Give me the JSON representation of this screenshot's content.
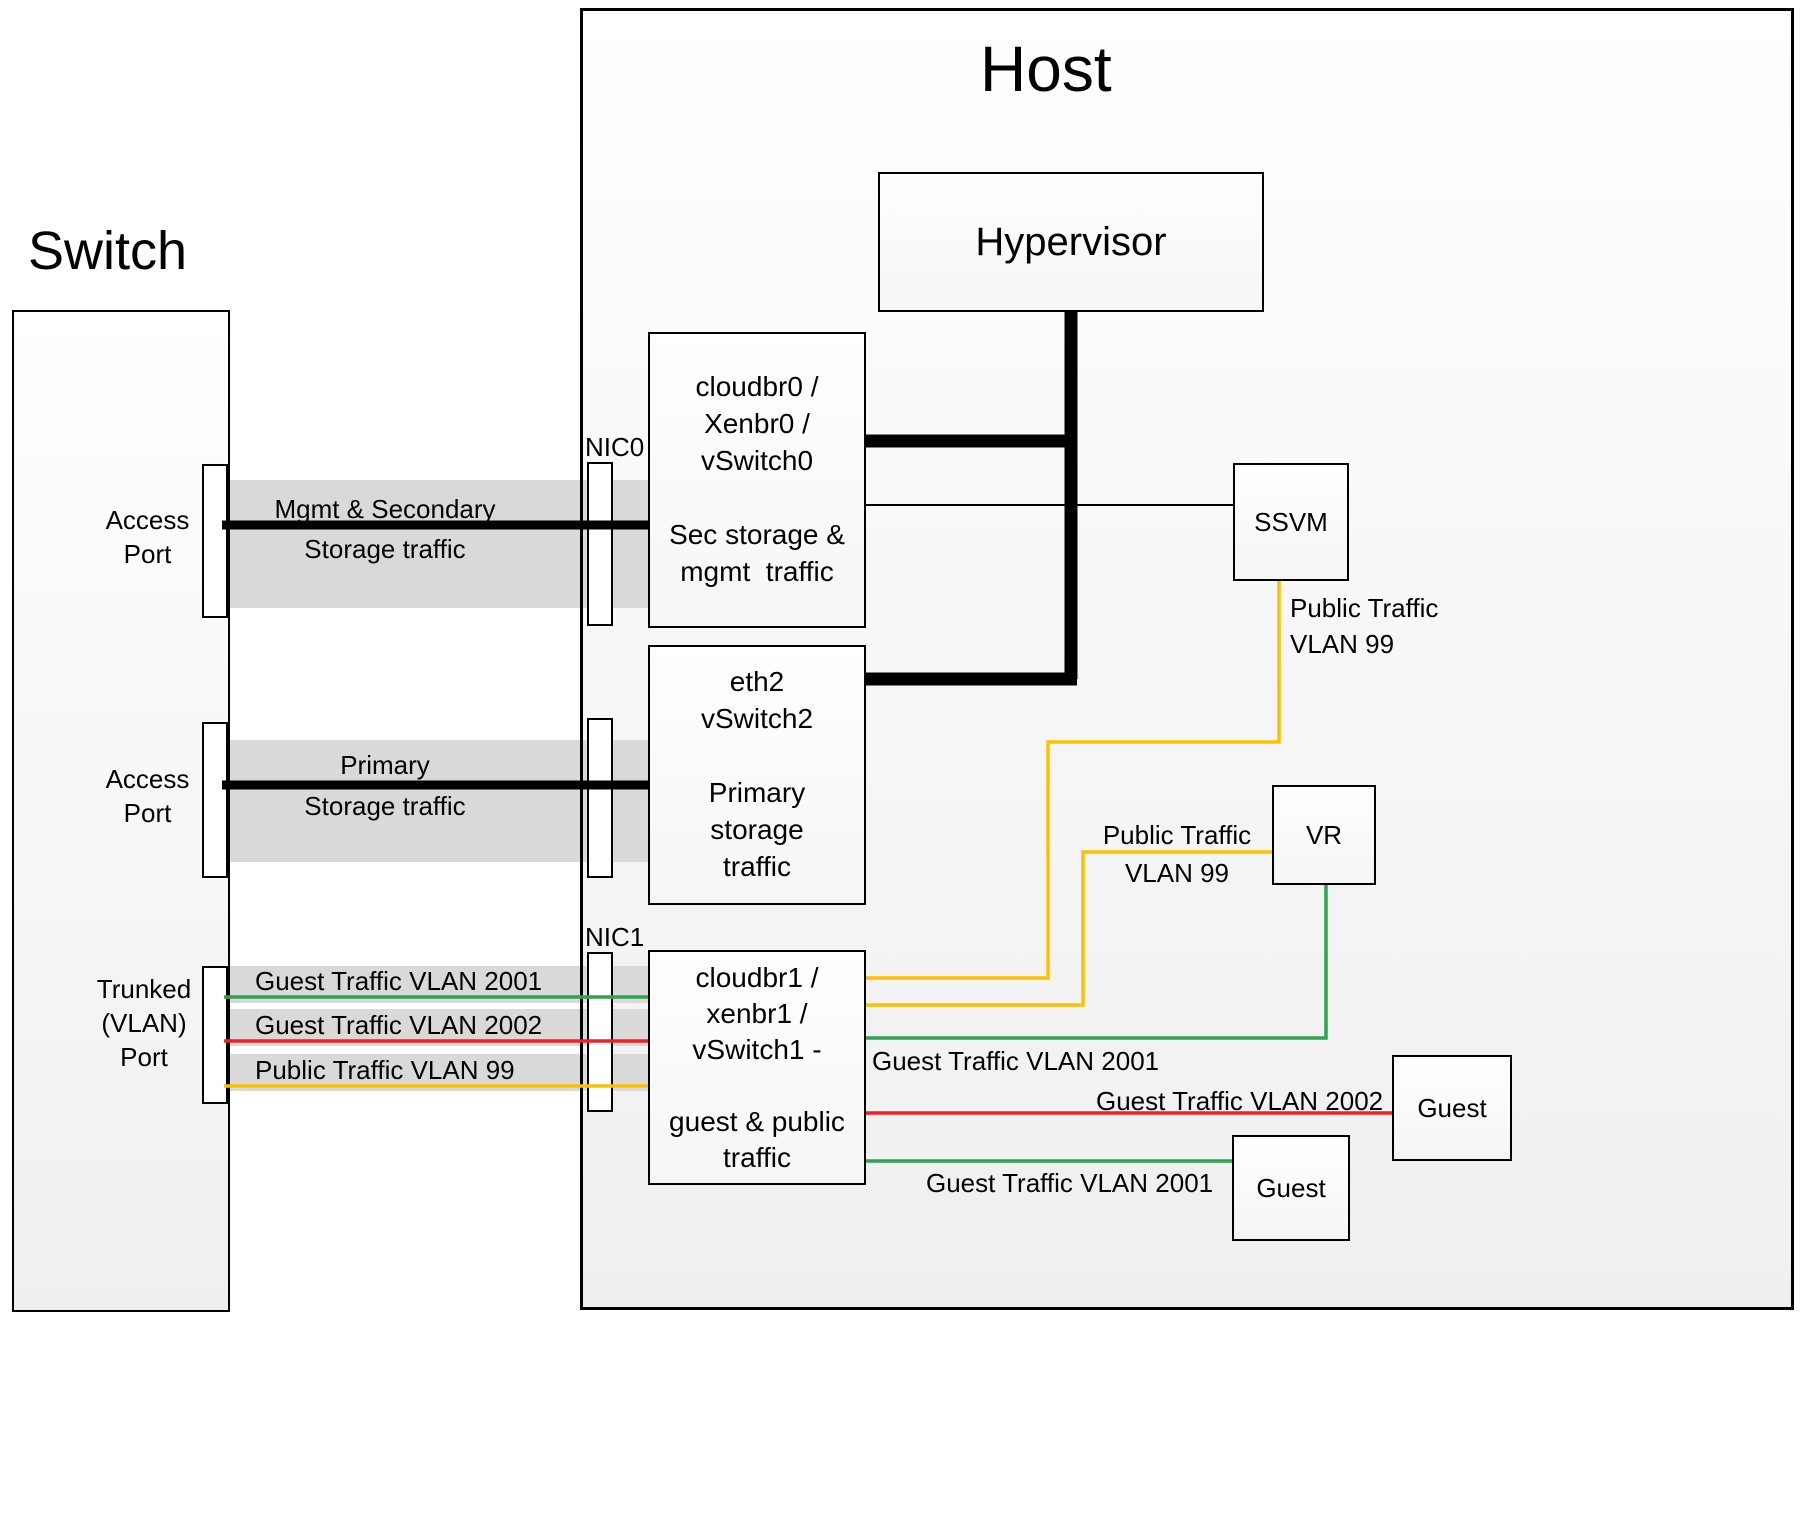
{
  "titles": {
    "switch": "Switch",
    "host": "Host"
  },
  "switch": {
    "ports": [
      {
        "label": "Access\nPort"
      },
      {
        "label": "Access\nPort"
      },
      {
        "label": "Trunked\n(VLAN)\nPort"
      }
    ]
  },
  "host": {
    "hypervisor": "Hypervisor",
    "nics": [
      {
        "label": "NIC0"
      },
      {
        "label": "NIC1"
      }
    ],
    "bridges": [
      {
        "name": "bridge0",
        "text": "cloudbr0 /\nXenbr0 /\nvSwitch0\n\nSec storage &\nmgmt  traffic"
      },
      {
        "name": "bridge2",
        "text": "eth2\nvSwitch2\n\nPrimary\nstorage\ntraffic"
      },
      {
        "name": "bridge1",
        "text": "cloudbr1 /\nxenbr1 /\nvSwitch1 -\n\nguest & public\ntraffic"
      }
    ],
    "vms": [
      {
        "name": "ssvm",
        "label": "SSVM"
      },
      {
        "name": "vr",
        "label": "VR"
      },
      {
        "name": "guest1",
        "label": "Guest"
      },
      {
        "name": "guest2",
        "label": "Guest"
      }
    ]
  },
  "bands": {
    "mgmt_line1": "Mgmt & Secondary",
    "mgmt_line2": "Storage traffic",
    "primary_line1": "Primary",
    "primary_line2": "Storage traffic",
    "guest2001": "Guest Traffic VLAN 2001",
    "guest2002": "Guest Traffic VLAN 2002",
    "public99": "Public Traffic VLAN 99"
  },
  "link_labels": {
    "ssvm_public": "Public Traffic\nVLAN 99",
    "vr_public_line1": "Public Traffic",
    "vr_public_line2": "VLAN 99",
    "vr_guest": "Guest Traffic VLAN 2001",
    "guest1_link": "Guest Traffic VLAN 2002",
    "guest2_link": "Guest Traffic VLAN 2001"
  },
  "colors": {
    "vlan2001_green": "#2DA44E",
    "vlan2002_red": "#EC2227",
    "vlan99_yellow": "#FFC000",
    "band_gray": "#D9D9D9",
    "line_black": "#000000"
  }
}
